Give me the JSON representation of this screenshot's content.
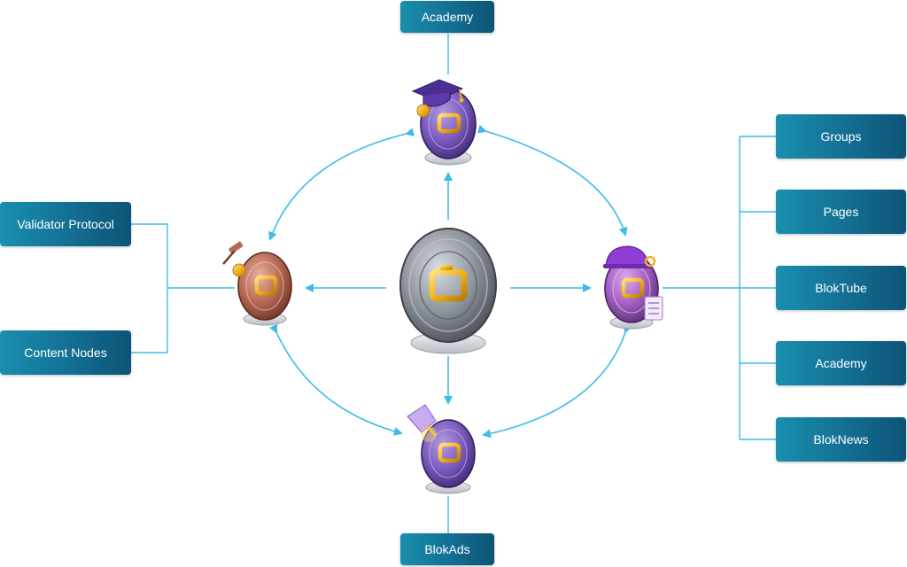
{
  "colors": {
    "connector": "#3dbbea",
    "box_start": "#1a8fae",
    "box_end": "#0d5476",
    "box_text": "#ffffff"
  },
  "nodes": {
    "center": {
      "name": "core-token-icon",
      "theme": "silver"
    },
    "top": {
      "name": "academy-token-icon",
      "theme": "purple",
      "badge": "graduation-cap-icon"
    },
    "left": {
      "name": "validator-token-icon",
      "theme": "copper",
      "badge": "gavel-icon"
    },
    "right": {
      "name": "social-token-icon",
      "theme": "violet",
      "badge": "hard-hat-icon"
    },
    "bottom": {
      "name": "ads-token-icon",
      "theme": "purple",
      "badge": "funnel-icon"
    }
  },
  "top_box": {
    "label": "Academy"
  },
  "bottom_box": {
    "label": "BlokAds"
  },
  "left_boxes": [
    {
      "label": "Validator Protocol"
    },
    {
      "label": "Content Nodes"
    }
  ],
  "right_boxes": [
    {
      "label": "Groups"
    },
    {
      "label": "Pages"
    },
    {
      "label": "BlokTube"
    },
    {
      "label": "Academy"
    },
    {
      "label": "BlokNews"
    }
  ]
}
